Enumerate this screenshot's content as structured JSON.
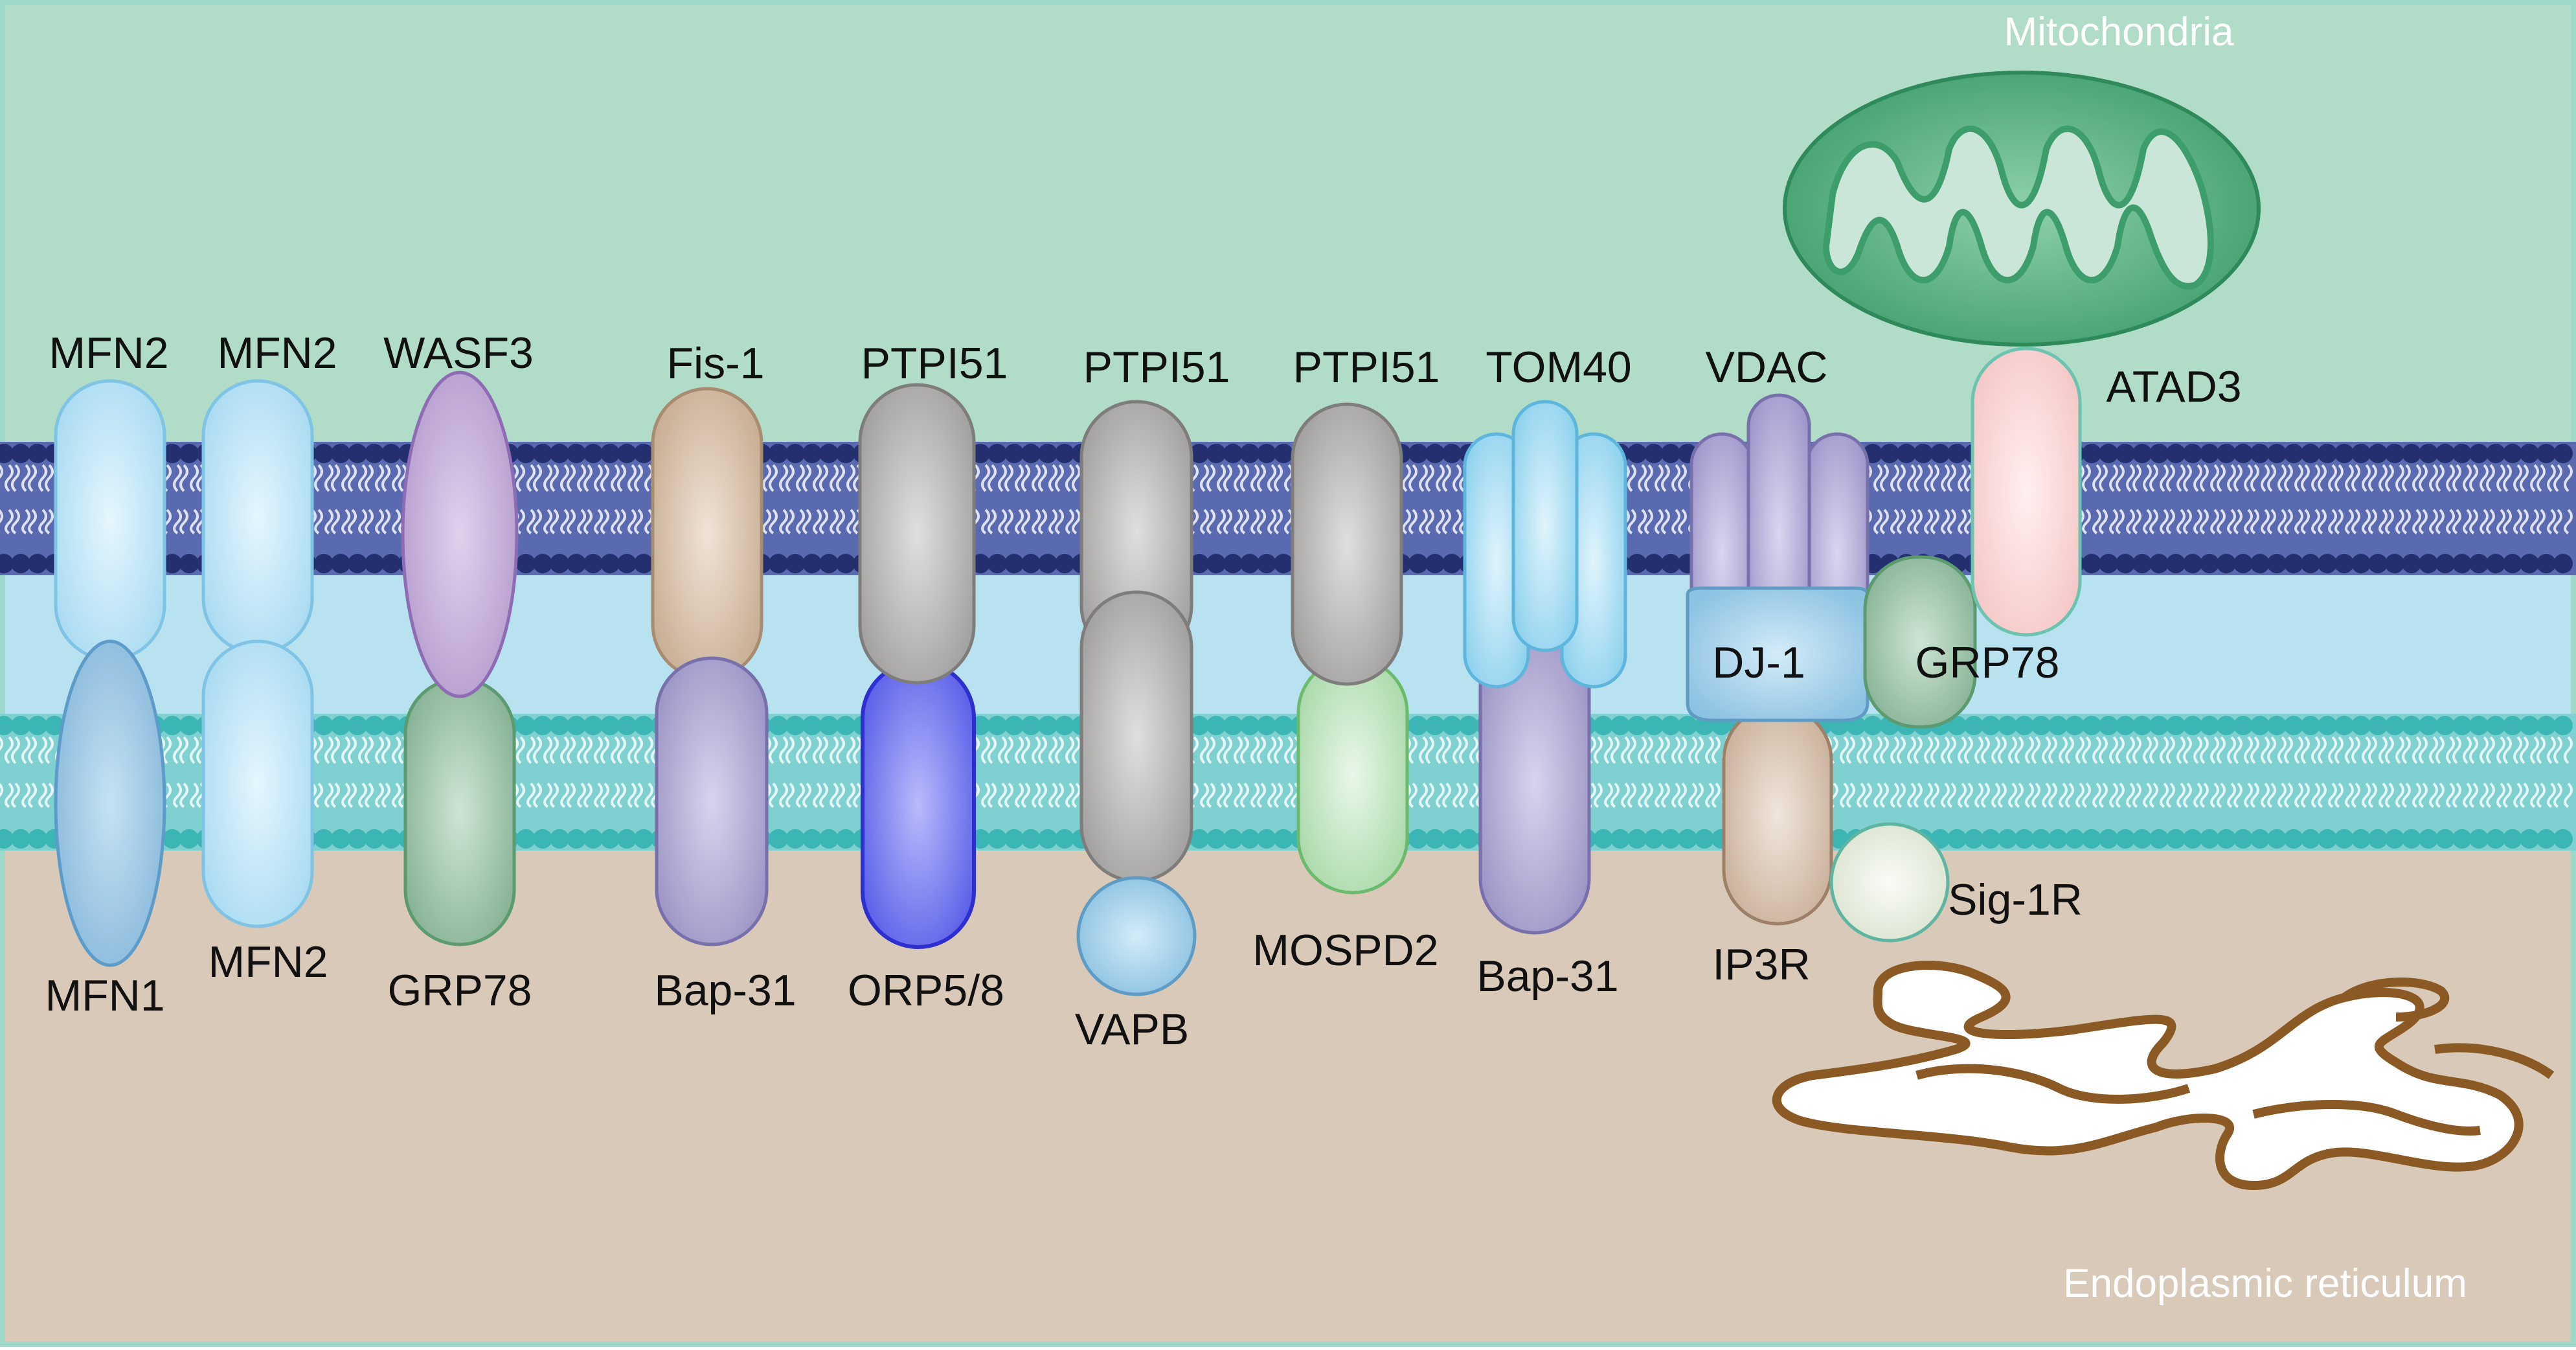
{
  "regions": {
    "mitochondria": "Mitochondria",
    "er": "Endoplasmic reticulum"
  },
  "labels": {
    "mfn2_a": "MFN2",
    "mfn2_b": "MFN2",
    "wasf3": "WASF3",
    "fis1": "Fis-1",
    "ptpi51_a": "PTPI51",
    "ptpi51_b": "PTPI51",
    "ptpi51_c": "PTPI51",
    "tom40": "TOM40",
    "vdac": "VDAC",
    "atad3": "ATAD3",
    "dj1": "DJ-1",
    "grp78_top": "GRP78",
    "mfn1": "MFN1",
    "mfn2_c": "MFN2",
    "grp78_a": "GRP78",
    "bap31_a": "Bap-31",
    "orp58": "ORP5/8",
    "vapb": "VAPB",
    "mospd2": "MOSPD2",
    "bap31_b": "Bap-31",
    "ip3r": "IP3R",
    "sig1r": "Sig-1R"
  },
  "colors": {
    "mito_bg": "#b0dcc8",
    "gap_bg": "#b9e2f0",
    "er_bg": "#d8c9b8",
    "mito_membrane": "#232f6e",
    "er_membrane": "#3cb5b5",
    "mfn2": "#c9eaf8",
    "mfn1": "#a9cfe8",
    "wasf3": "#c8b4d9",
    "grp78": "#aecdb5",
    "fis1": "#dccbb7",
    "ptpi51": "#c6c3c3",
    "bap31": "#bdb8d9",
    "orp58": "#8f93f4",
    "vapb": "#acd6ee",
    "mospd2": "#cfeccf",
    "tom40": "#bfe6f7",
    "vdac": "#bdb8dc",
    "dj1": "#b4d9ef",
    "atad3": "#fbe0e0",
    "ip3r": "#e0d2c5",
    "sig1r": "#eef2e8",
    "er_cisterna": "#8b5a24"
  }
}
